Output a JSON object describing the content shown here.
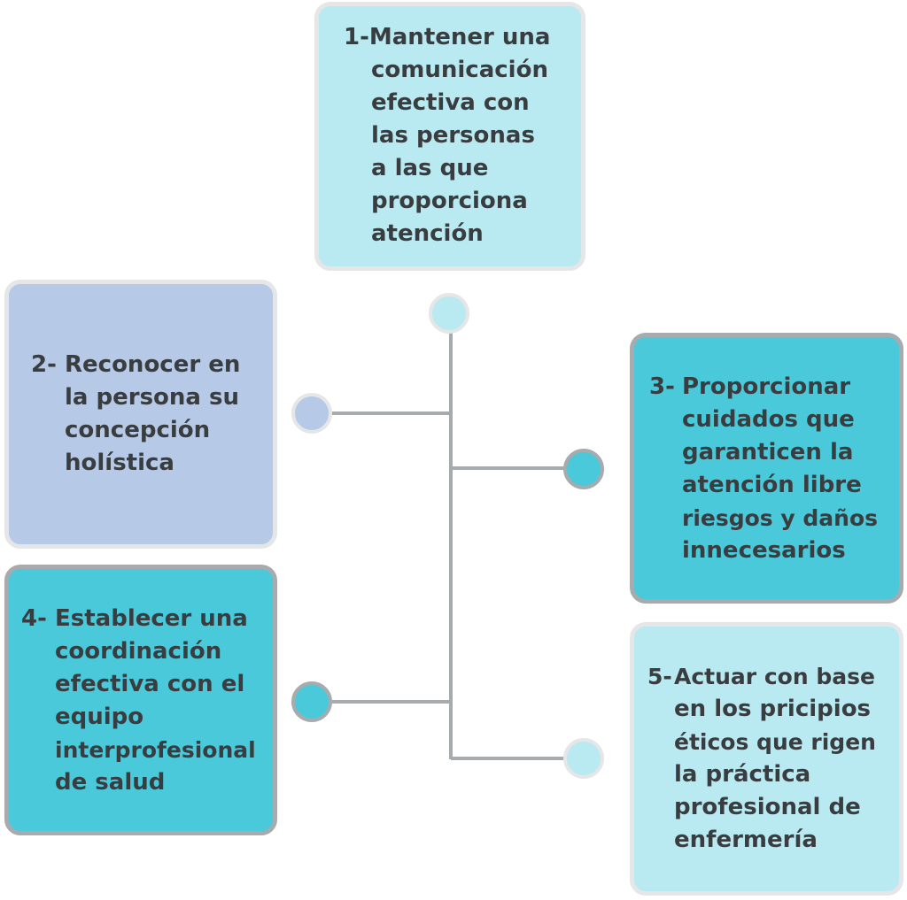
{
  "colors": {
    "light_cyan": "#b9e9f1",
    "periwinkle": "#b6c9e6",
    "teal": "#4ac9db",
    "connector": "#a7abae",
    "text": "#3a3d40"
  },
  "items": [
    {
      "number": "1-",
      "lines": [
        "Mantener una",
        "comunicación",
        "efectiva con",
        "las personas",
        "a las que",
        "proporciona",
        "atención"
      ],
      "color": "#b9e9f1"
    },
    {
      "number": "2-",
      "lines": [
        "Reconocer en",
        "la persona su",
        "concepción",
        "holística"
      ],
      "color": "#b6c9e6"
    },
    {
      "number": "3-",
      "lines": [
        "Proporcionar",
        "cuidados que",
        "garanticen la",
        "atención libre",
        "riesgos y daños",
        "innecesarios"
      ],
      "color": "#4ac9db"
    },
    {
      "number": "4-",
      "lines": [
        "Establecer una",
        "coordinación",
        "efectiva con el",
        "equipo",
        "interprofesional",
        "de salud"
      ],
      "color": "#4ac9db"
    },
    {
      "number": "5-",
      "lines": [
        "Actuar con base",
        "en los pricipios",
        "éticos que rigen",
        "la práctica",
        "profesional de",
        "enfermería"
      ],
      "color": "#b9e9f1"
    }
  ]
}
